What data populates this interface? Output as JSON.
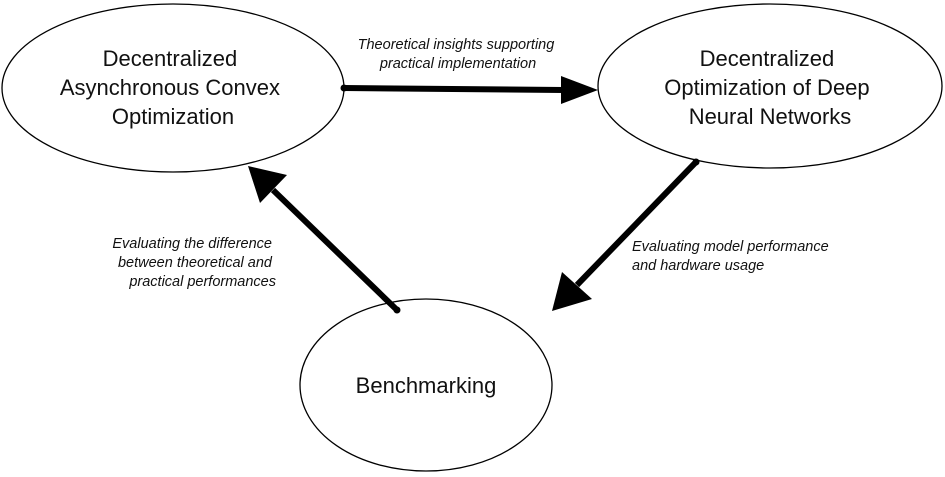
{
  "diagram": {
    "nodes": {
      "convex": {
        "lines": [
          "Decentralized",
          "Asynchronous Convex",
          "Optimization"
        ]
      },
      "deep": {
        "lines": [
          "Decentralized",
          "Optimization of Deep",
          "Neural Networks"
        ]
      },
      "bench": {
        "lines": [
          "Benchmarking"
        ]
      }
    },
    "edges": {
      "convex_to_deep": {
        "label_lines": [
          "Theoretical insights supporting",
          "practical implementation"
        ]
      },
      "deep_to_bench": {
        "label_lines": [
          "Evaluating model performance",
          "and hardware usage"
        ]
      },
      "bench_to_convex": {
        "label_lines": [
          "Evaluating the difference",
          "between theoretical and",
          "practical performances"
        ]
      }
    }
  }
}
